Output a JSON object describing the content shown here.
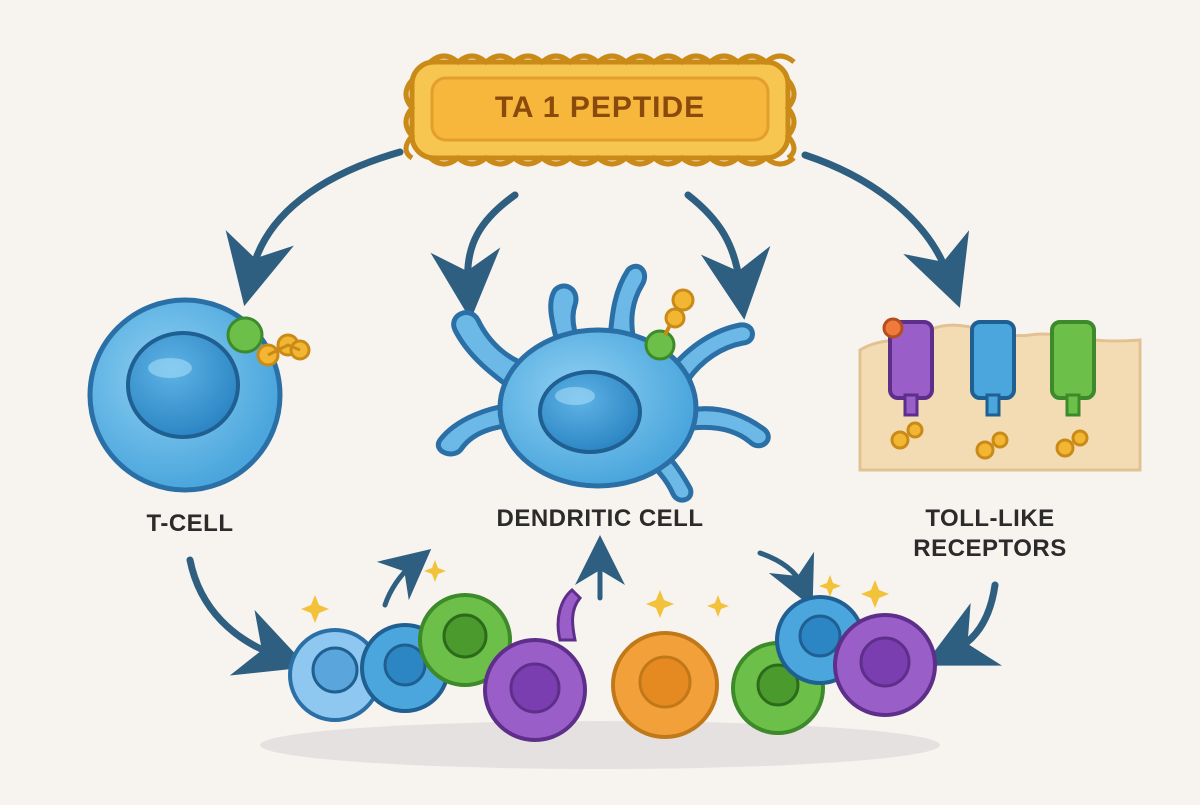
{
  "title": "TA 1 PEPTIDE",
  "labels": {
    "t_cell": "T-CELL",
    "dendritic_cell": "DENDRITIC CELL",
    "tlr_line1": "TOLL-LIKE",
    "tlr_line2": "RECEPTORS"
  },
  "colors": {
    "background": "#f7f3ef",
    "arrow": "#2f5f80",
    "peptide_gold": "#f2b632",
    "cell_blue": "#6cb8e6",
    "cell_green": "#6cc04a",
    "cell_purple": "#9a5ec8",
    "cell_orange": "#f2a13a",
    "membrane": "#f3dcb4"
  },
  "icons": [
    "peptide-chain-icon",
    "t-cell-icon",
    "dendritic-cell-icon",
    "toll-like-receptor-icon",
    "immune-cell-cluster-icon",
    "sparkle-icon"
  ]
}
